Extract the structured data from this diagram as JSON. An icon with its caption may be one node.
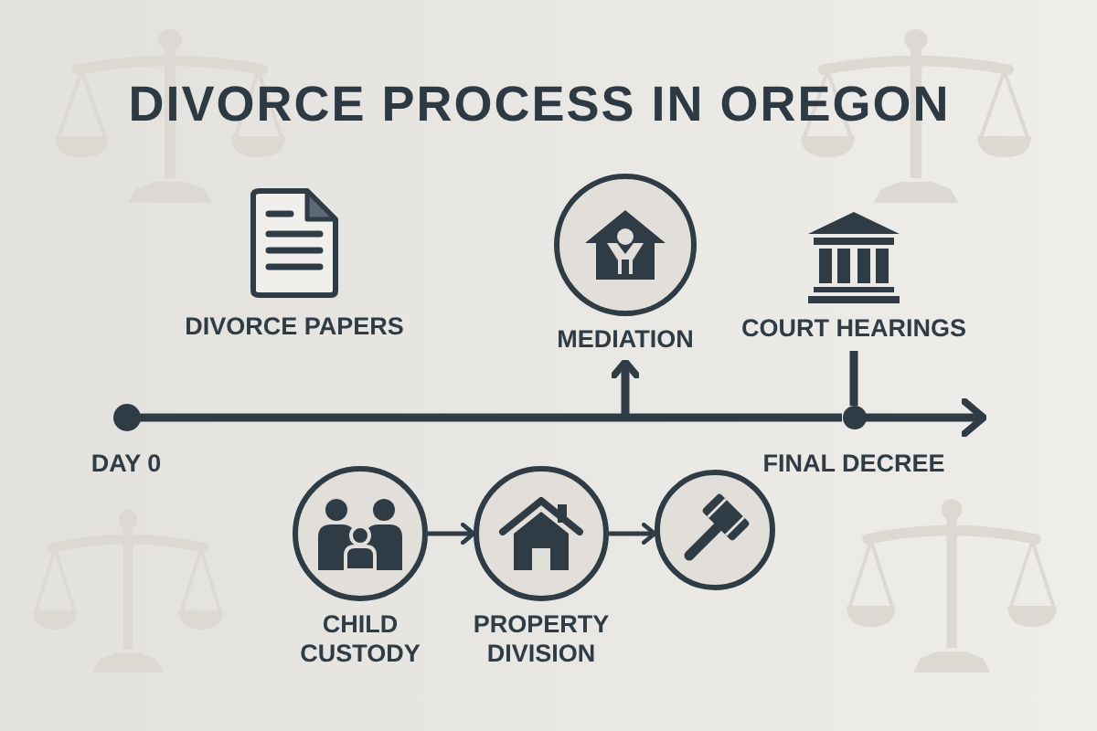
{
  "diagram": {
    "title": "DIVORCE PROCESS IN OREGON",
    "nodes": [
      {
        "text": [
          "DIVORCE PAPERS"
        ]
      },
      {
        "text": [
          "MEDIATION"
        ]
      },
      {
        "text": [
          "COURT HEARINGS"
        ]
      },
      {
        "text": [
          "DAY 0"
        ]
      },
      {
        "text": [
          "FINAL DECREE"
        ]
      },
      {
        "text": [
          "CHILD CUSTODY"
        ]
      },
      {
        "text": [
          "PROPERTY DIVISION"
        ]
      },
      {
        "text": [],
        "shape": "circle"
      }
    ],
    "edges": [
      {
        "from": 3,
        "to": 4,
        "arrow": "none"
      },
      {
        "from": 4,
        "to": null,
        "arrow": "to"
      },
      {
        "from": null,
        "to": 1,
        "arrow": "to"
      },
      {
        "from": 4,
        "to": 2,
        "arrow": "none"
      },
      {
        "from": 5,
        "to": 6,
        "arrow": "to"
      },
      {
        "from": 6,
        "to": 7,
        "arrow": "to"
      }
    ]
  }
}
